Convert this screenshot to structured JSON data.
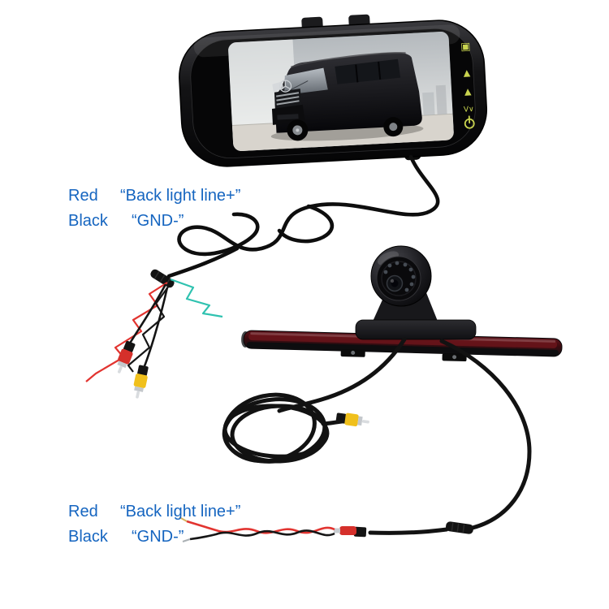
{
  "annotations": {
    "top": {
      "red_label": "Red",
      "red_value": "“Back light line+”",
      "black_label": "Black",
      "black_value": "“GND-”"
    },
    "bottom": {
      "red_label": "Red",
      "red_value": "“Back light line+”",
      "black_label": "Black",
      "black_value": "“GND-”"
    }
  },
  "monitor": {
    "icons": {
      "menu": "▣",
      "up": "▲",
      "down": "▲",
      "select": "V∨",
      "power": "power-symbol"
    }
  },
  "colors": {
    "label_text": "#1565c0",
    "wire_red": "#e23430",
    "wire_black": "#161616",
    "wire_teal": "#2fc2b0",
    "rca_red": "#d5302b",
    "rca_yellow": "#f0c01c",
    "monitor_icon": "#c9d44f",
    "brake_light_red": "#5f1219"
  }
}
